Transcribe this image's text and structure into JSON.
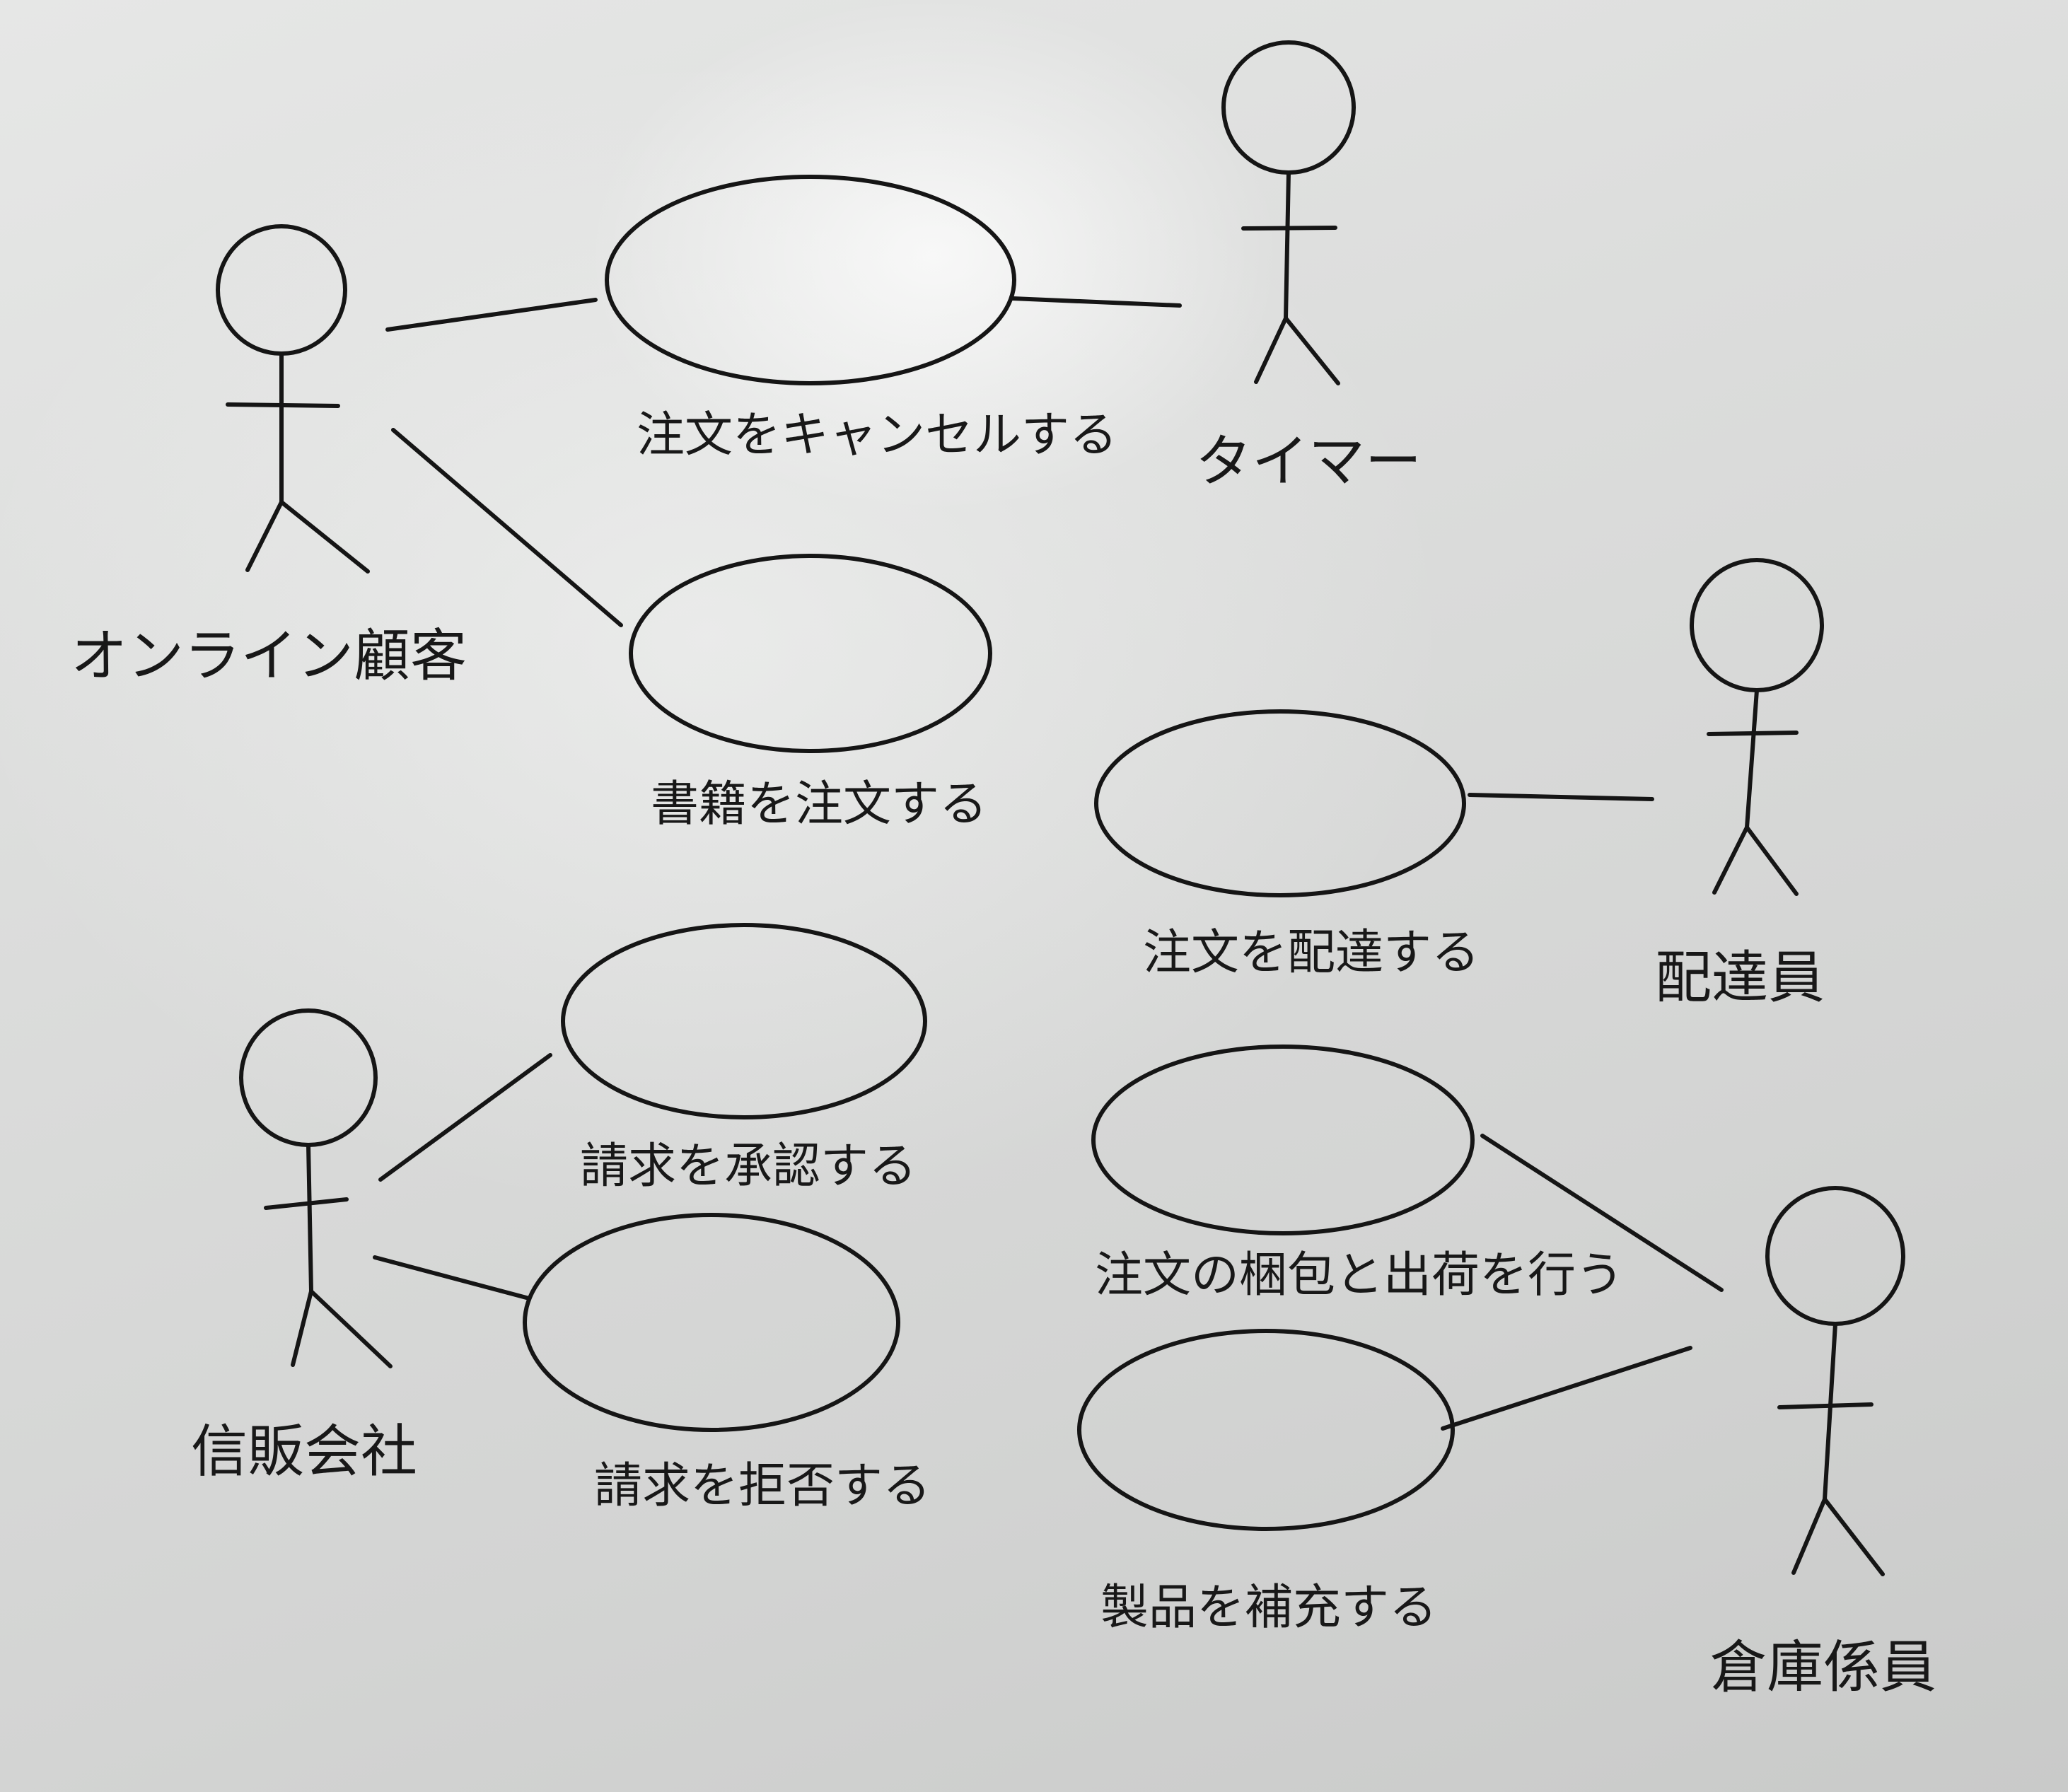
{
  "use_cases": {
    "cancel_order": "注文をキャンセルする",
    "order_books": "書籍を注文する",
    "deliver_order": "注文を配達する",
    "approve_charge": "請求を承認する",
    "reject_charge": "請求を拒否する",
    "pack_ship": "注文の梱包と出荷を行う",
    "restock": "製品を補充する"
  },
  "actors": {
    "online_customer": "オンライン顧客",
    "timer": "タイマー",
    "delivery_person": "配達員",
    "credit_company": "信販会社",
    "warehouse_staff": "倉庫係員"
  }
}
